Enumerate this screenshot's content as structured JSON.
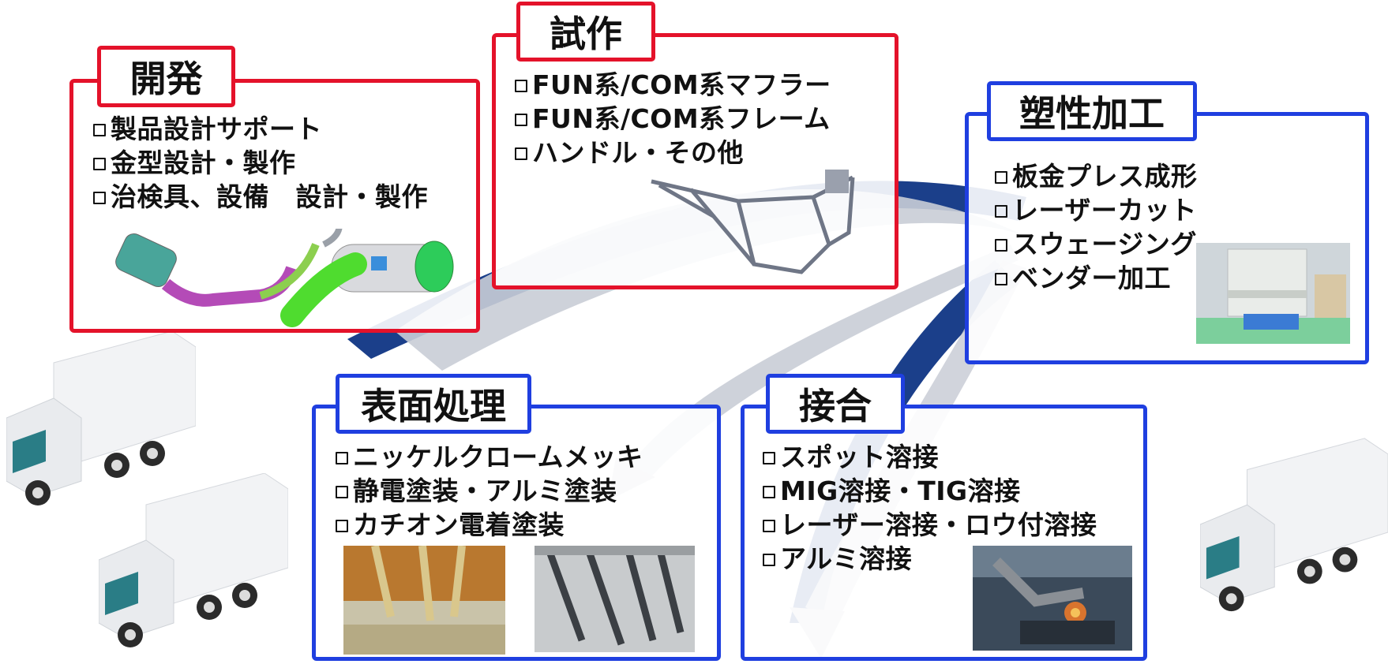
{
  "sections": {
    "development": {
      "title": "開発",
      "items": [
        "製品設計サポート",
        "金型設計・製作",
        "治検具、設備　設計・製作"
      ]
    },
    "prototype": {
      "title": "試作",
      "items": [
        "FUN系/COM系マフラー",
        "FUN系/COM系フレーム",
        "ハンドル・その他"
      ]
    },
    "plastic_working": {
      "title": "塑性加工",
      "items": [
        "板金プレス成形",
        "レーザーカット",
        "スウェージング",
        "ベンダー加工"
      ]
    },
    "surface_treatment": {
      "title": "表面処理",
      "items": [
        "ニッケルクロームメッキ",
        "静電塗装・アルミ塗装",
        "カチオン電着塗装"
      ]
    },
    "joining": {
      "title": "接合",
      "items": [
        "スポット溶接",
        "MIG溶接・TIG溶接",
        "レーザー溶接・ロウ付溶接",
        "アルミ溶接"
      ]
    }
  },
  "colors": {
    "upstream_accent": "#e4122a",
    "production_accent": "#1f3fe0",
    "flow_arrow_dark": "#1b3f8a",
    "flow_arrow_light": "#c9cdd6"
  },
  "icons": {
    "truck": "delivery-truck-icon",
    "muffler": "muffler-cad-model",
    "frame": "motorcycle-frame-model",
    "press": "press-machine-photo",
    "plating": "plating-tank-photo",
    "coating": "painted-parts-photo",
    "welding": "welding-robot-photo"
  }
}
